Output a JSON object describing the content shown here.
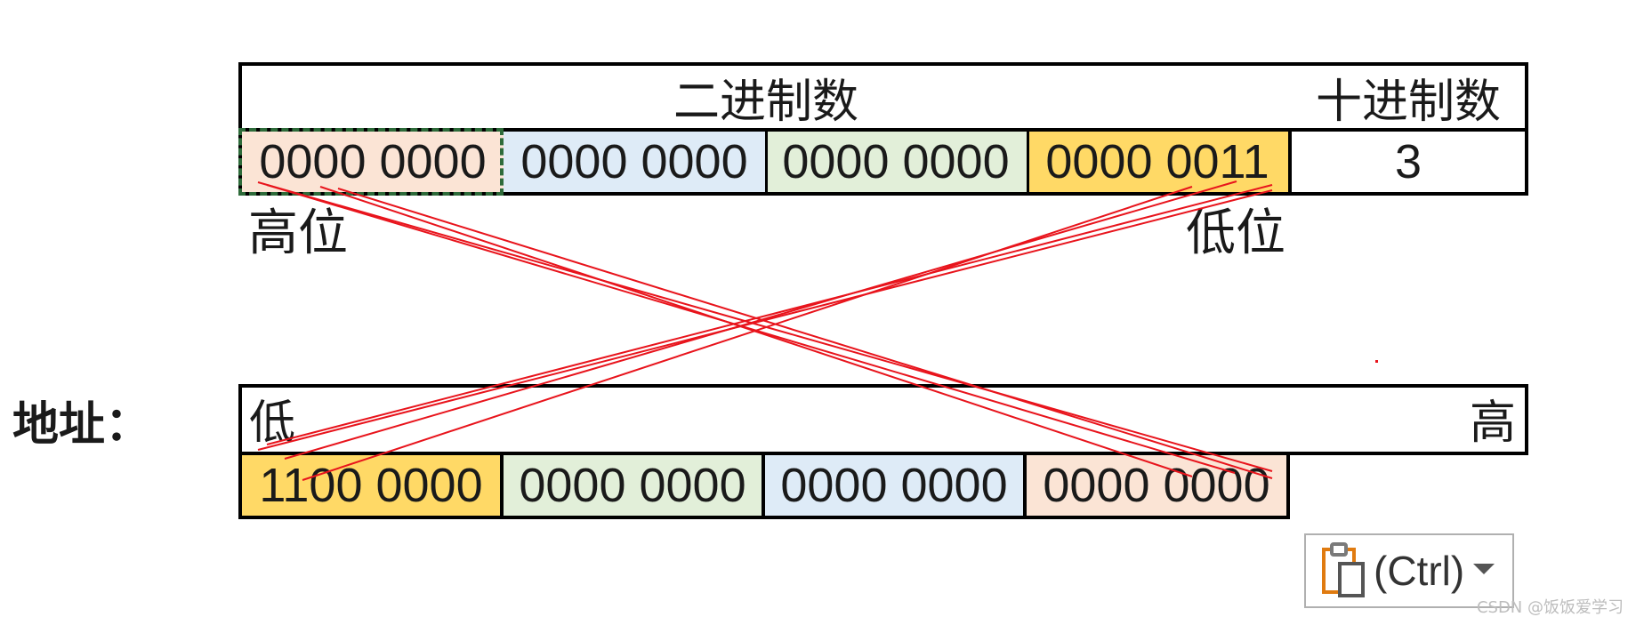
{
  "top_table": {
    "header_binary": "二进制数",
    "header_decimal": "十进制数",
    "bytes": [
      {
        "text": "0000 0000",
        "color": "#fbe4d5"
      },
      {
        "text": "0000 0000",
        "color": "#deebf7"
      },
      {
        "text": "0000 0000",
        "color": "#e2efd9"
      },
      {
        "text": "0000 0011",
        "color": "#ffd966"
      }
    ],
    "decimal_value": "3",
    "label_high": "高位",
    "label_low": "低位"
  },
  "bottom_table": {
    "address_label": "地址：",
    "header_low": "低",
    "header_high": "高",
    "bytes": [
      {
        "text": "1100 0000",
        "color": "#ffd966"
      },
      {
        "text": "0000 0000",
        "color": "#e2efd9"
      },
      {
        "text": "0000 0000",
        "color": "#deebf7"
      },
      {
        "text": "0000 0000",
        "color": "#fbe4d5"
      }
    ]
  },
  "paste_options": {
    "label": "(Ctrl)",
    "icon": "clipboard-icon",
    "dropdown_icon": "caret-down-icon"
  },
  "colors": {
    "arrow_lines": "#e8141c",
    "selection_border": "#2e6b3a",
    "table_border": "#000000"
  },
  "watermark": "CSDN @饭饭爱学习"
}
